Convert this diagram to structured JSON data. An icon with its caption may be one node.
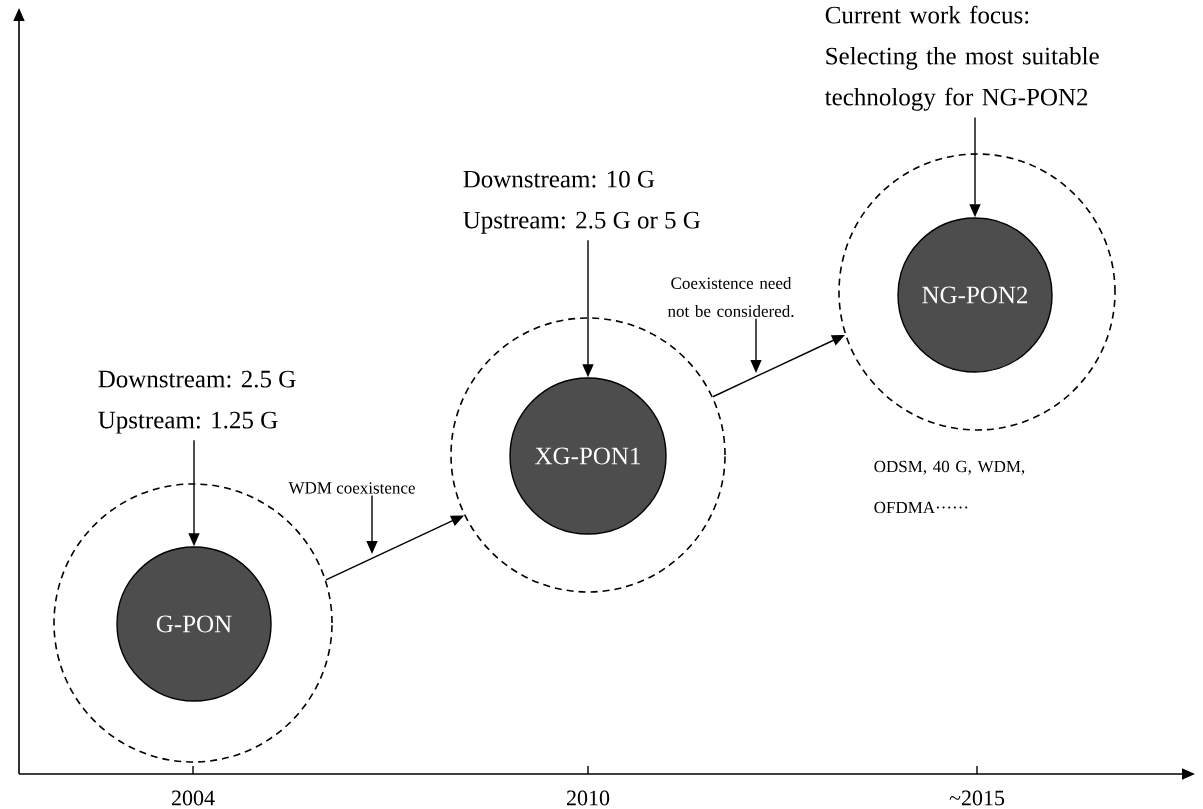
{
  "diagram": {
    "nodes": [
      {
        "text": [],
        "shape": "circle"
      },
      {
        "text": [
          "G-PON"
        ],
        "in": 0
      },
      {
        "text": [],
        "shape": "circle"
      },
      {
        "text": [
          "XG-PON1"
        ],
        "in": 2
      },
      {
        "text": [],
        "shape": "circle"
      },
      {
        "text": [
          "NG-PON2"
        ],
        "in": 4
      },
      {
        "text": [
          "Downstream: 2.5 G",
          "Upstream: 1.25 G"
        ]
      },
      {
        "text": [
          "Downstream: 10 G",
          "Upstream: 2.5 G or 5 G"
        ]
      },
      {
        "text": [
          "Current work focus:",
          "Selecting the most suitable technology for NG-PON2"
        ]
      },
      {
        "text": [
          "WDM coexistence"
        ]
      },
      {
        "text": [
          "Coexistence need not be considered."
        ]
      }
    ],
    "edges": [
      {
        "from": 6,
        "to": 1,
        "arrow": "to"
      },
      {
        "from": 7,
        "to": 3,
        "arrow": "to"
      },
      {
        "from": 8,
        "to": 5,
        "arrow": "to"
      },
      {
        "from": 0,
        "to": 2,
        "arrow": "to"
      },
      {
        "from": 2,
        "to": 4,
        "arrow": "to"
      },
      {
        "from": 9,
        "to": null,
        "arrow": "to"
      },
      {
        "from": 10,
        "to": null,
        "arrow": "to"
      }
    ],
    "labels": [
      "ODSM, 40 G, WDM, OFDMA······",
      "2004",
      "2010",
      "~2015"
    ]
  }
}
